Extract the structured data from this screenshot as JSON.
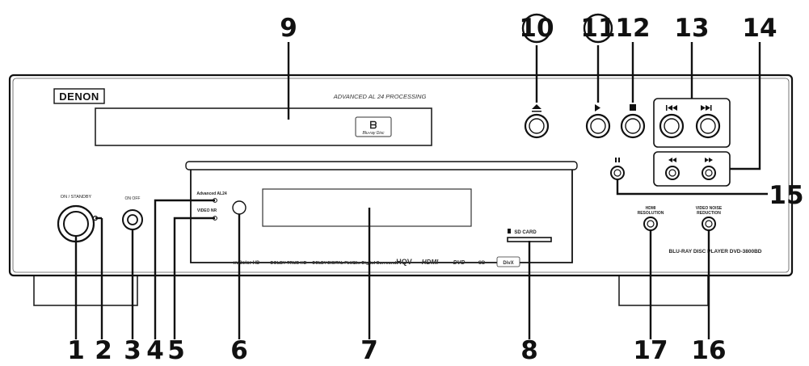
{
  "brand": "DENON",
  "processing_label": "ADVANCED AL 24 PROCESSING",
  "power_label": "ON / STANDBY",
  "onoff_label": "ON  OFF",
  "advanced_al24_label": "Advanced AL24",
  "video_nr_label": "VIDEO NR",
  "sd_card_label": "SD CARD",
  "hdmi_resolution_label": "HDMI RESOLUTION",
  "video_noise_reduction_label": "VIDEO NOISE REDUCTION",
  "model_label": "BLU-RAY DISC PLAYER  DVD-3800BD",
  "bluray_logo": "Blu-ray Disc",
  "logos": [
    "xvColor HD",
    "DOLBY TRUE HD",
    "DOLBY DIGITAL PLUS",
    "dts Digital Surround",
    "HQV",
    "HDMI",
    "DVD",
    "CD",
    "DivX"
  ],
  "callouts": [
    "1",
    "2",
    "3",
    "4",
    "5",
    "6",
    "7",
    "8",
    "9",
    "10",
    "11",
    "12",
    "13",
    "14",
    "15",
    "16",
    "17"
  ],
  "icons": [
    "eject-icon",
    "play-icon",
    "stop-icon",
    "skip-back-icon",
    "skip-forward-icon",
    "rewind-icon",
    "fast-forward-icon",
    "pause-icon"
  ]
}
